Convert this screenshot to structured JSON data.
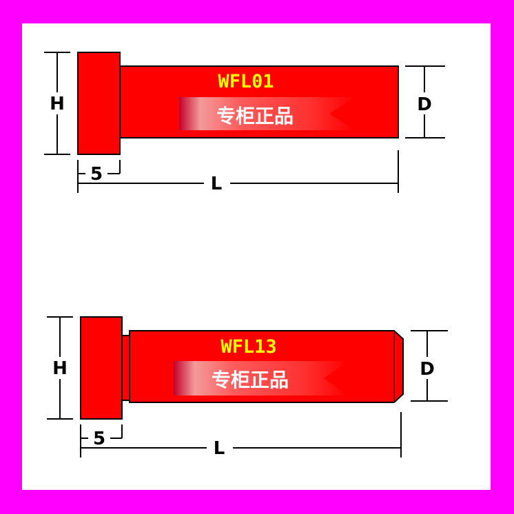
{
  "colors": {
    "border": "#ff00ff",
    "part": "#ff0000",
    "model_text": "#ffff00",
    "badge_text": "#ffffff",
    "dimension_lines": "#000000"
  },
  "parts": [
    {
      "model": "WFL01",
      "badge": "专柜正品",
      "dims": {
        "height": "H",
        "diameter": "D",
        "head_length": "5",
        "length": "L"
      }
    },
    {
      "model": "WFL13",
      "badge": "专柜正品",
      "dims": {
        "height": "H",
        "diameter": "D",
        "head_length": "5",
        "length": "L"
      }
    }
  ]
}
